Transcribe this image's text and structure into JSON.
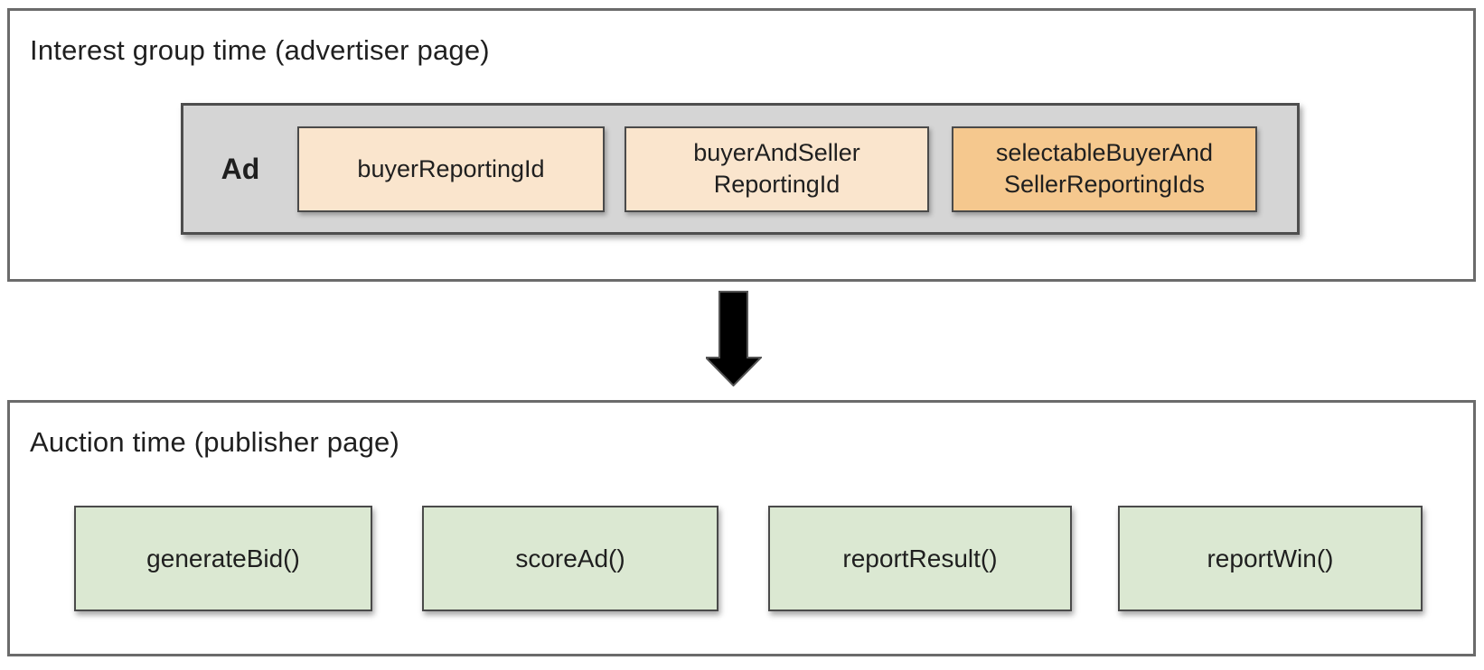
{
  "colors": {
    "panel_border": "#6b6b6b",
    "container_border": "#4e4e4e",
    "box_border": "#4a4a4a",
    "ad_container_fill": "#d5d5d5",
    "peach_fill": "#fae5cd",
    "orange_fill": "#f5c88e",
    "green_fill": "#dbe8d2",
    "arrow_fill": "#000000",
    "arrow_outline": "#555555",
    "text": "#1f1f1f"
  },
  "interest_group_panel": {
    "title": "Interest group time (advertiser page)",
    "ad": {
      "label": "Ad",
      "fields": [
        {
          "lines": [
            "buyerReportingId"
          ]
        },
        {
          "lines": [
            "buyerAndSeller",
            "ReportingId"
          ]
        },
        {
          "lines": [
            "selectableBuyerAnd",
            "SellerReportingIds"
          ]
        }
      ]
    }
  },
  "flow": {
    "arrow": "down"
  },
  "auction_panel": {
    "title": "Auction time (publisher page)",
    "functions": [
      {
        "label": "generateBid()"
      },
      {
        "label": "scoreAd()"
      },
      {
        "label": "reportResult()"
      },
      {
        "label": "reportWin()"
      }
    ]
  }
}
